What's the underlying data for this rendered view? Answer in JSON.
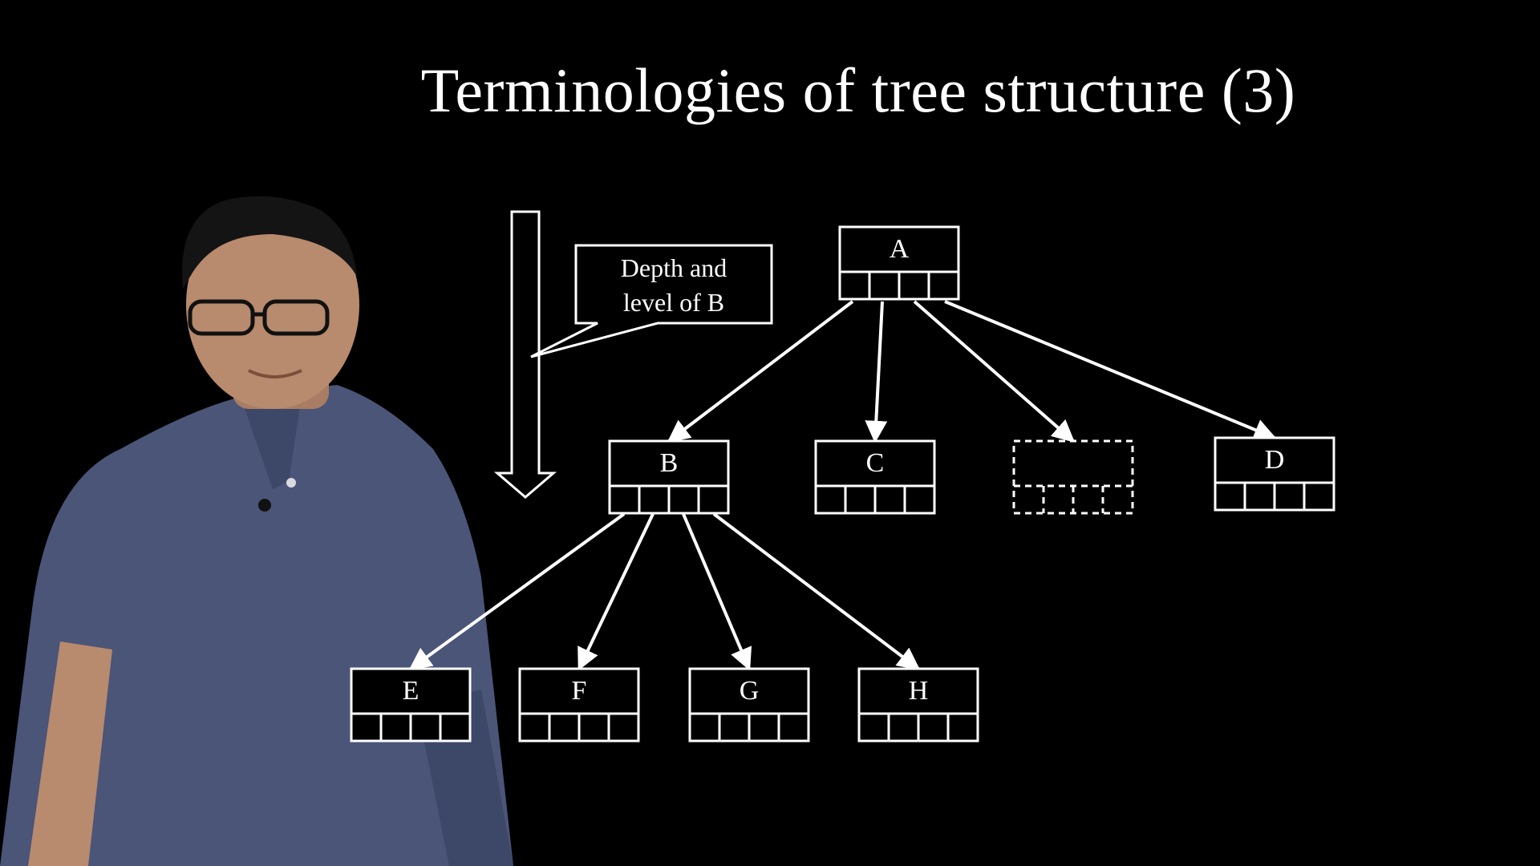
{
  "slide": {
    "title": "Terminologies of tree structure (3)"
  },
  "callout": {
    "lines": [
      "Depth and",
      "level of B"
    ]
  },
  "tree": {
    "nodes": [
      {
        "id": "A",
        "label": "A",
        "slots": 4,
        "dashed": false
      },
      {
        "id": "B",
        "label": "B",
        "slots": 4,
        "dashed": false
      },
      {
        "id": "C",
        "label": "C",
        "slots": 4,
        "dashed": false
      },
      {
        "id": "X",
        "label": "",
        "slots": 4,
        "dashed": true
      },
      {
        "id": "D",
        "label": "D",
        "slots": 4,
        "dashed": false
      },
      {
        "id": "E",
        "label": "E",
        "slots": 4,
        "dashed": false
      },
      {
        "id": "F",
        "label": "F",
        "slots": 4,
        "dashed": false
      },
      {
        "id": "G",
        "label": "G",
        "slots": 4,
        "dashed": false
      },
      {
        "id": "H",
        "label": "H",
        "slots": 4,
        "dashed": false
      }
    ],
    "edges": [
      {
        "from": "A",
        "to": "B"
      },
      {
        "from": "A",
        "to": "C"
      },
      {
        "from": "A",
        "to": "X"
      },
      {
        "from": "A",
        "to": "D"
      },
      {
        "from": "B",
        "to": "E"
      },
      {
        "from": "B",
        "to": "F"
      },
      {
        "from": "B",
        "to": "G"
      },
      {
        "from": "B",
        "to": "H"
      }
    ]
  },
  "colors": {
    "background": "#000000",
    "ink": "#ffffff",
    "shirt": "#4a5578",
    "skin": "#b88a6e"
  }
}
